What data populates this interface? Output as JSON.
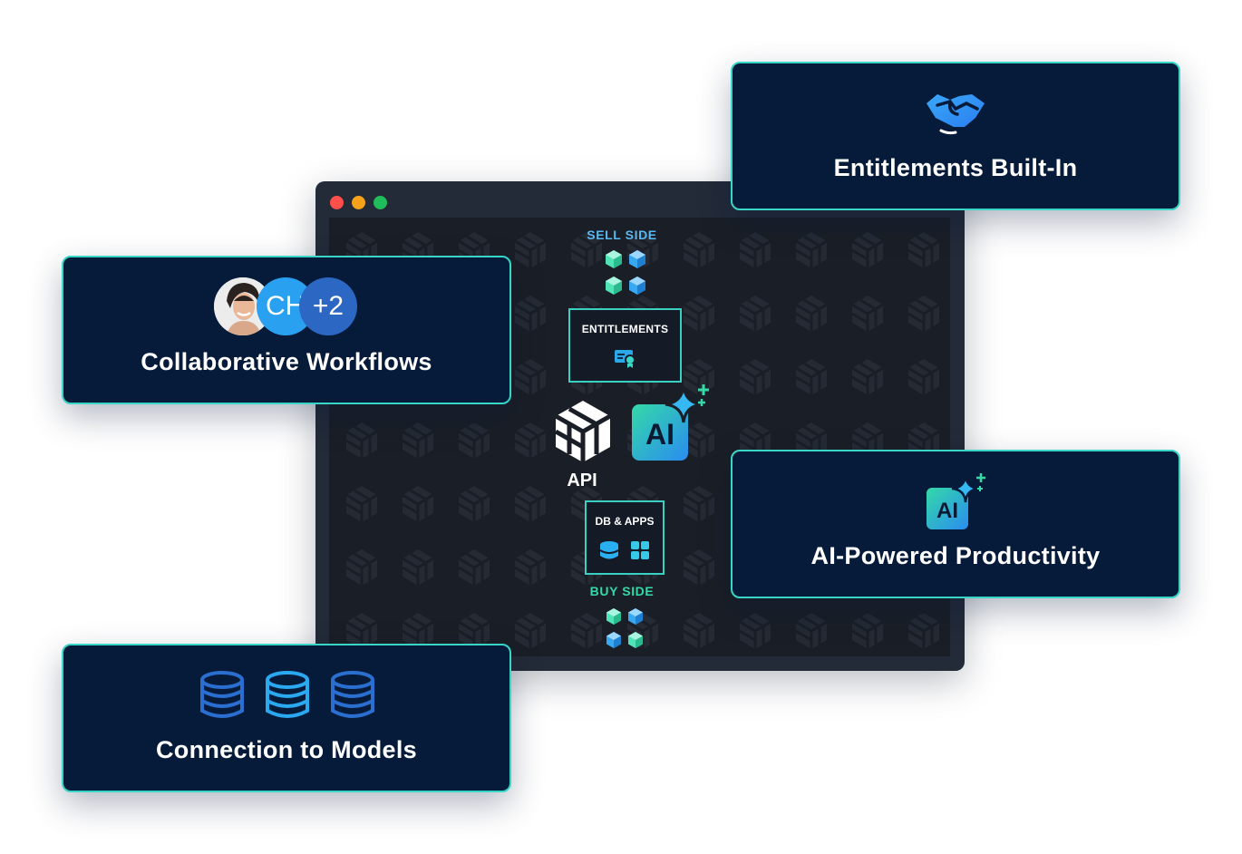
{
  "window": {
    "controls": [
      "close",
      "minimize",
      "maximize"
    ]
  },
  "diagram": {
    "sell_side_label": "SELL SIDE",
    "entitlements_label": "ENTITLEMENTS",
    "api_label": "API",
    "ai_badge": "AI",
    "db_apps_label": "DB & APPS",
    "buy_side_label": "BUY SIDE"
  },
  "cards": {
    "entitlements": {
      "title": "Entitlements Built-In",
      "icon": "handshake-icon"
    },
    "collaborative": {
      "title": "Collaborative Workflows",
      "avatar_initials": "CH",
      "avatar_more": "+2"
    },
    "ai": {
      "title": "AI-Powered Productivity",
      "badge": "AI",
      "icon": "ai-sparkle-icon"
    },
    "connection": {
      "title": "Connection to Models",
      "icon": "database-icon"
    }
  },
  "colors": {
    "card_bg": "#061b3a",
    "card_border": "#38d6c6",
    "sell_accent": "#5ab8f0",
    "buy_accent": "#34d9a8",
    "window_bg": "#232a38"
  }
}
